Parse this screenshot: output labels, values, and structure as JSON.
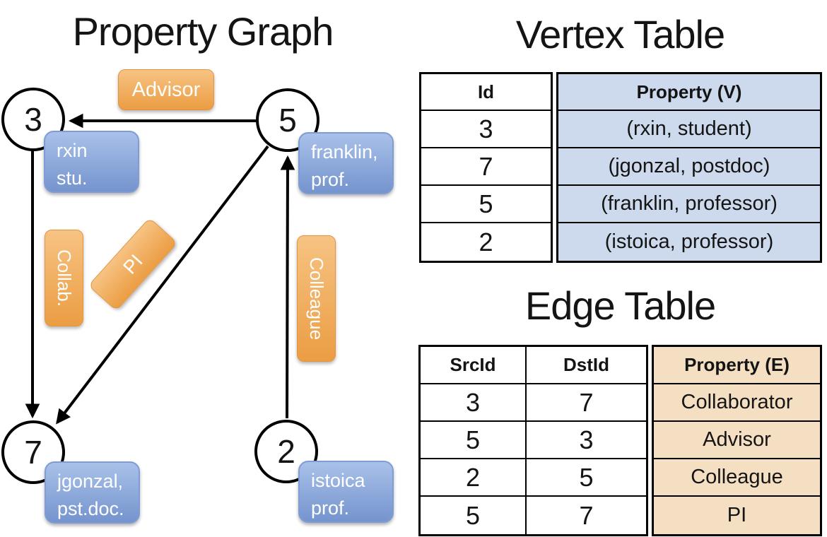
{
  "graph": {
    "title": "Property Graph",
    "nodes": [
      {
        "id": "3",
        "prop_line1": "rxin",
        "prop_line2": "stu."
      },
      {
        "id": "5",
        "prop_line1": "franklin,",
        "prop_line2": "prof."
      },
      {
        "id": "7",
        "prop_line1": "jgonzal,",
        "prop_line2": "pst.doc."
      },
      {
        "id": "2",
        "prop_line1": "istoica",
        "prop_line2": "prof."
      }
    ],
    "edge_labels": [
      {
        "label": "Advisor"
      },
      {
        "label": "Collab."
      },
      {
        "label": "PI"
      },
      {
        "label": "Colleague"
      }
    ]
  },
  "vertex_table": {
    "title": "Vertex Table",
    "columns": {
      "id": "Id",
      "property": "Property (V)"
    },
    "rows": [
      {
        "id": "3",
        "property": "(rxin, student)"
      },
      {
        "id": "7",
        "property": "(jgonzal, postdoc)"
      },
      {
        "id": "5",
        "property": "(franklin, professor)"
      },
      {
        "id": "2",
        "property": "(istoica, professor)"
      }
    ]
  },
  "edge_table": {
    "title": "Edge Table",
    "columns": {
      "src": "SrcId",
      "dst": "DstId",
      "property": "Property (E)"
    },
    "rows": [
      {
        "src": "3",
        "dst": "7",
        "property": "Collaborator"
      },
      {
        "src": "5",
        "dst": "3",
        "property": "Advisor"
      },
      {
        "src": "2",
        "dst": "5",
        "property": "Colleague"
      },
      {
        "src": "5",
        "dst": "7",
        "property": "PI"
      }
    ]
  },
  "colors": {
    "edge_label_fill_top": "#f7c383",
    "edge_label_fill_bottom": "#eb9d43",
    "vertex_prop_fill_top": "#a9c1e9",
    "vertex_prop_fill_bottom": "#7594ce",
    "vertex_table_cell_bg": "#cdd9ec",
    "edge_table_cell_bg": "#f5dfc3",
    "line_color": "#000000"
  }
}
